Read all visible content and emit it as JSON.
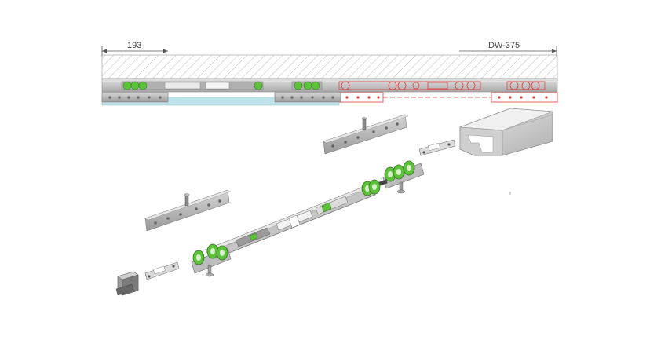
{
  "dimensions": {
    "left_label": "193",
    "right_label": "DW-375"
  },
  "colors": {
    "rail": "#c9c9c9",
    "rail_dark": "#8c8c8c",
    "wheel_green": "#5cc23a",
    "red_mirror": "#e23b3b",
    "glass": "#bfe3ea",
    "hatch": "#9a9a9a"
  },
  "components": {
    "top_track_section": "track-elevation",
    "exploded_parts": [
      "stopper-block",
      "end-bracket-left",
      "mounting-plate-left",
      "trolley-left",
      "damper-body",
      "trolley-right",
      "end-bracket-right",
      "mounting-plate-right",
      "rail-profile"
    ]
  }
}
